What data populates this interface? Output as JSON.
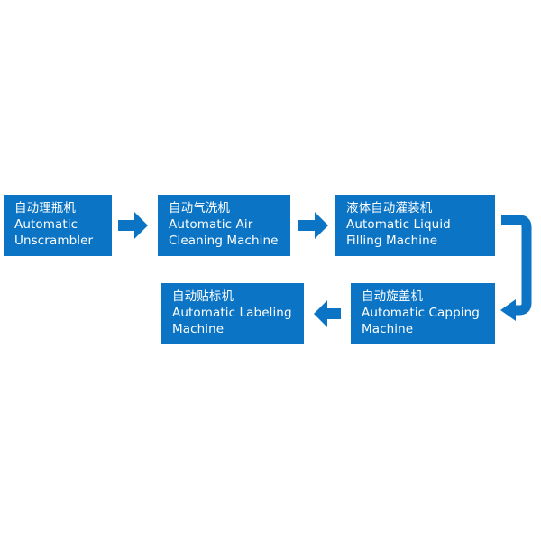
{
  "colors": {
    "box_fill": "#0b74c4",
    "arrow_fill": "#0b74c4",
    "text": "#ffffff"
  },
  "steps": [
    {
      "zh": "自动理瓶机",
      "en_line1": "Automatic",
      "en_line2": "Unscrambler"
    },
    {
      "zh": "自动气洗机",
      "en_line1": "Automatic Air",
      "en_line2": "Cleaning Machine"
    },
    {
      "zh": "液体自动灌装机",
      "en_line1": "Automatic Liquid",
      "en_line2": "Filling Machine"
    },
    {
      "zh": "自动旋盖机",
      "en_line1": "Automatic Capping",
      "en_line2": "Machine"
    },
    {
      "zh": "自动贴标机",
      "en_line1": "Automatic Labeling",
      "en_line2": "Machine"
    }
  ],
  "flow_order": [
    "自动理瓶机",
    "自动气洗机",
    "液体自动灌装机",
    "自动旋盖机",
    "自动贴标机"
  ]
}
